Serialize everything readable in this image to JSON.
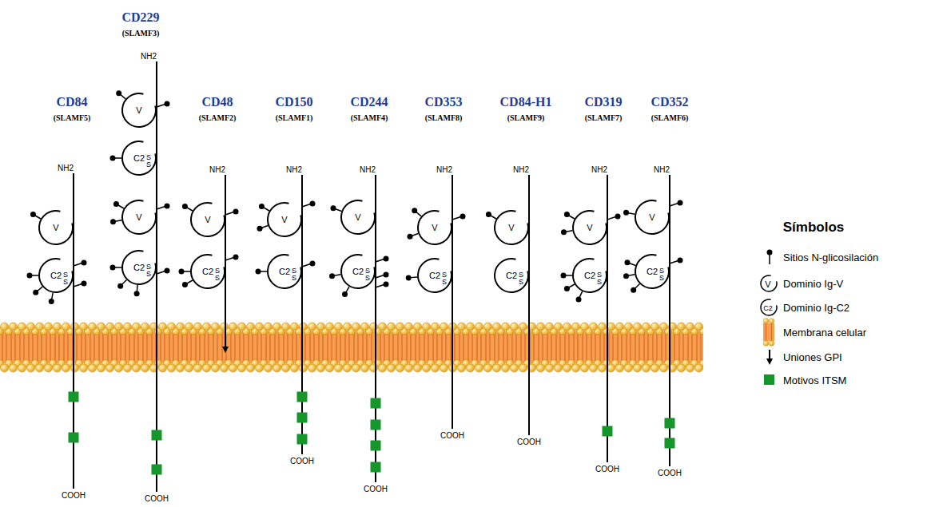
{
  "diagram": {
    "nodes": [
      {
        "text": [
          "V"
        ]
      },
      {
        "text": [
          "C2"
        ]
      },
      {
        "text": [
          "V"
        ]
      },
      {
        "text": [
          "C2"
        ]
      },
      {
        "text": [
          "V"
        ]
      },
      {
        "text": [
          "C2"
        ]
      },
      {
        "text": [
          "V"
        ]
      },
      {
        "text": [
          "C2"
        ]
      },
      {
        "text": [
          "V"
        ]
      },
      {
        "text": [
          "C2"
        ]
      },
      {
        "text": [
          "V"
        ]
      },
      {
        "text": [
          "C2"
        ]
      },
      {
        "text": [
          "V"
        ]
      },
      {
        "text": [
          "C2"
        ]
      },
      {
        "text": [
          "V"
        ]
      },
      {
        "text": [
          "C2"
        ]
      },
      {
        "text": [
          "V"
        ]
      },
      {
        "text": [
          "C2"
        ]
      },
      {
        "text": [
          "V"
        ]
      },
      {
        "text": [
          "C2"
        ]
      }
    ],
    "edges": [
      {
        "from": 0,
        "to": 1,
        "arrow": "none"
      },
      {
        "from": 2,
        "to": 3,
        "arrow": "none"
      },
      {
        "from": 3,
        "to": 4,
        "arrow": "none"
      },
      {
        "from": 4,
        "to": 5,
        "arrow": "none"
      },
      {
        "from": 6,
        "to": 7,
        "arrow": "none"
      },
      {
        "from": 8,
        "to": 9,
        "arrow": "none"
      },
      {
        "from": 10,
        "to": 11,
        "arrow": "none"
      },
      {
        "from": 12,
        "to": 13,
        "arrow": "none"
      },
      {
        "from": 14,
        "to": 15,
        "arrow": "none"
      },
      {
        "from": 16,
        "to": 17,
        "arrow": "none"
      },
      {
        "from": 18,
        "to": 19,
        "arrow": "none"
      }
    ],
    "labels": [
      "CD84",
      "(SLAMF5)",
      "NH2",
      "S",
      "S",
      "COOH",
      "CD229",
      "(SLAMF3)",
      "NH2",
      "S",
      "S",
      "S",
      "S",
      "COOH",
      "CD48",
      "(SLAMF2)",
      "NH2",
      "S",
      "S",
      "CD150",
      "(SLAMF1)",
      "NH2",
      "S",
      "S",
      "COOH",
      "CD244",
      "(SLAMF4)",
      "NH2",
      "S",
      "S",
      "COOH",
      "CD353",
      "(SLAMF8)",
      "NH2",
      "S",
      "S",
      "COOH",
      "CD84-H1",
      "(SLAMF9)",
      "NH2",
      "S",
      "S",
      "COOH",
      "CD319",
      "(SLAMF7)",
      "NH2",
      "S",
      "S",
      "COOH",
      "CD352",
      "(SLAMF6)",
      "NH2",
      "S",
      "S",
      "COOH",
      "Símbolos",
      "V",
      "C2"
    ],
    "legend": [
      {
        "text": "Sitios N-glicosilación"
      },
      {
        "text": "Dominio Ig-V"
      },
      {
        "text": "Dominio Ig-C2"
      },
      {
        "text": "Membrana celular"
      },
      {
        "text": "Uniones GPI"
      },
      {
        "text": "Motivos ITSM",
        "color": "#14962b"
      }
    ]
  }
}
